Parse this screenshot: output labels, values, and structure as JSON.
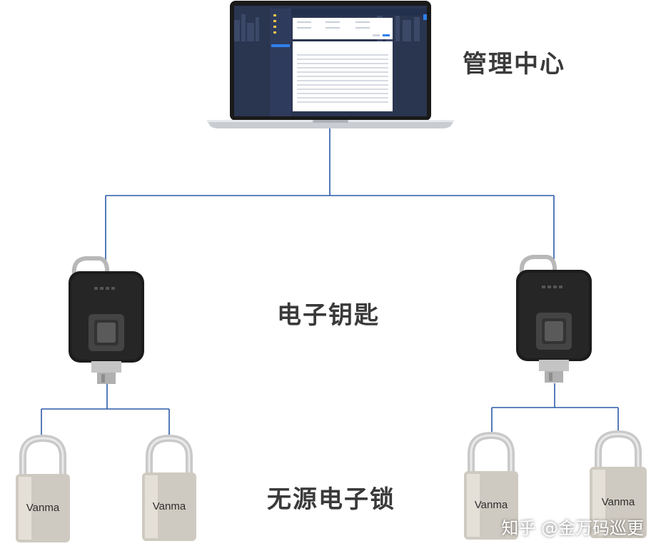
{
  "labels": {
    "management_center": "管理中心",
    "electronic_key": "电子钥匙",
    "passive_lock": "无源电子锁"
  },
  "lock_brand": "Vanma",
  "watermark": "知乎 @金万码巡更",
  "colors": {
    "connector": "#2b5aa8",
    "label_text": "#3a3a3a",
    "key_body": "#1c1c1c",
    "lock_body": "#cfcac1",
    "screen_bg": "#2a3550"
  }
}
